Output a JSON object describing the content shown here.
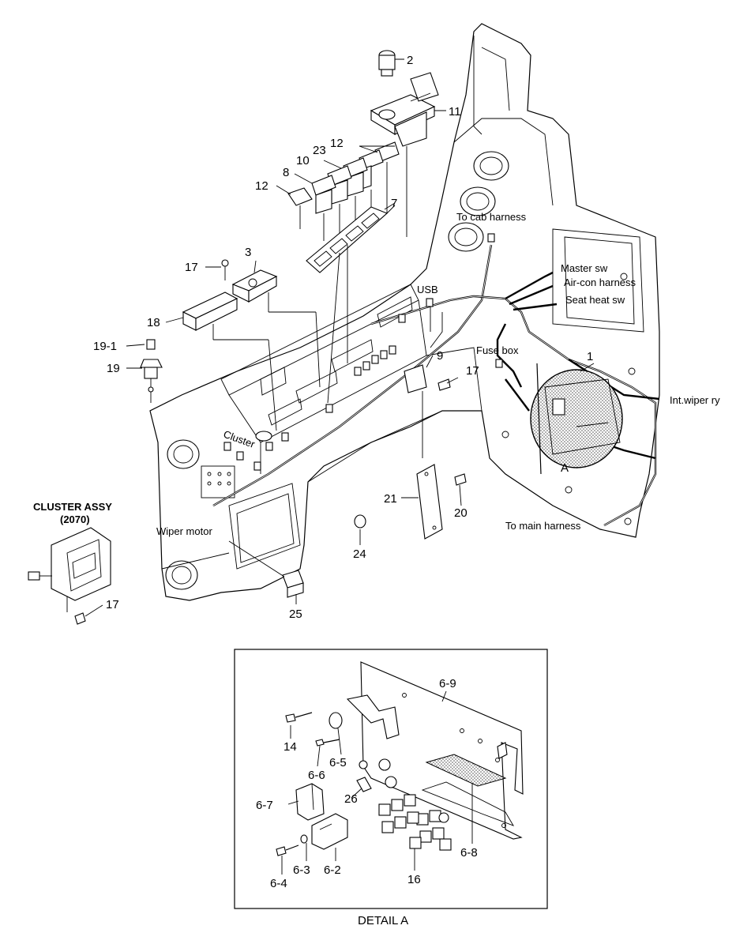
{
  "callouts": {
    "p1": "1",
    "p2": "2",
    "p3": "3",
    "p7": "7",
    "p9": "9",
    "p10": "10",
    "p11": "11",
    "p12a": "12",
    "p12b": "12",
    "p17a": "17",
    "p17b": "17",
    "p17c": "17",
    "p18": "18",
    "p19": "19",
    "p19_1": "19-1",
    "p20": "20",
    "p21": "21",
    "p23": "23",
    "p24": "24",
    "p25": "25",
    "p8": "8",
    "pA": "A"
  },
  "labels": {
    "to_cab_harness": "To cab harness",
    "master_sw": "Master sw",
    "aircon_harness": "Air-con harness",
    "seat_heat_sw": "Seat heat sw",
    "usb": "USB",
    "fuse_box": "Fuse box",
    "int_wiper_ry": "Int.wiper ry",
    "to_main_harness": "To main harness",
    "cluster": "Cluster",
    "wiper_motor": "Wiper motor",
    "cluster_assy": "CLUSTER ASSY",
    "cluster_assy_code": "(2070)"
  },
  "detail": {
    "caption": "DETAIL A",
    "callouts": {
      "d6_9": "6-9",
      "d14": "14",
      "d6_5": "6-5",
      "d6_6": "6-6",
      "d26": "26",
      "d6_7": "6-7",
      "d6_3": "6-3",
      "d6_2": "6-2",
      "d6_4": "6-4",
      "d16": "16",
      "d6_8": "6-8"
    }
  }
}
